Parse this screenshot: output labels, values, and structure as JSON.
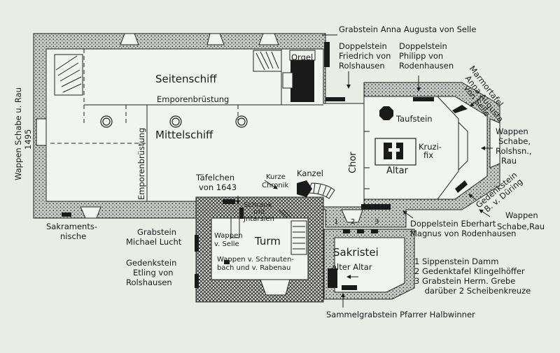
{
  "rooms": {
    "seitenschiff": "Seitenschiff",
    "mittelschiff": "Mittelschiff",
    "emporenbruestung_h": "Emporenbrüstung",
    "emporenbruestung_v": "Emporenbrüstung",
    "chor": "Chor",
    "turm": "Turm",
    "sakristei": "Sakristei",
    "orgel": "Orgel",
    "taufstein": "Taufstein",
    "altar": "Altar",
    "kruzifix_1": "Kruzi-",
    "kruzifix_2": "fix",
    "alter_altar": "alter Altar",
    "kanzel": "Kanzel"
  },
  "labels": {
    "wappen_schabe_rau_1495": [
      "Wappen Schabe u. Rau",
      "1495"
    ],
    "grabstein_anna": "Grabstein Anna Augusta von Selle",
    "doppelstein_friedrich": [
      "Doppelstein",
      "Friedrich von",
      "Rolshausen"
    ],
    "doppelstein_philipp": [
      "Doppelstein",
      "Philipp von",
      "Rodenhausen"
    ],
    "marmortafel": [
      "Marmortafel",
      "Anna Augusta",
      "von Selle"
    ],
    "wappen_schabe_rolshsn": [
      "Wappen",
      "Schabe,",
      "Rolshsn.,",
      "Rau"
    ],
    "gedenkstein_during": [
      "Gedenkstein",
      "B. v. Düring"
    ],
    "wappen_schabe_rau": [
      "Wappen",
      "Schabe,Rau"
    ],
    "doppelstein_eberhart": [
      "Doppelstein Eberhart",
      "Magnus von Rodenhausen"
    ],
    "taefelchen": [
      "Täfelchen",
      "von 1643"
    ],
    "kurze_chronik": [
      "Kurze",
      "Chronik"
    ],
    "schrank": [
      "Schrank",
      "mit",
      "Jntarsien"
    ],
    "wappen_v_selle": [
      "Wappen",
      "v. Selle"
    ],
    "wappen_schrautenbach": [
      "Wappen v. Schrauten-",
      "bach und v. Rabenau"
    ],
    "sakramentsnische": [
      "Sakraments-",
      "nische"
    ],
    "grabstein_michael": [
      "Grabstein",
      "Michael Lucht"
    ],
    "gedenkstein_etling": [
      "Gedenkstein",
      "Etling von",
      "Rolshausen"
    ],
    "sammelgrabstein": "Sammelgrabstein Pfarrer Halbwinner",
    "num1": "1",
    "num2": "2",
    "num3": "3"
  },
  "legend": [
    "1  Sippenstein Damm",
    "2  Gedenktafel Klingelhöffer",
    "3  Grabstein Herm. Grebe",
    "    darüber 2 Scheibenkreuze"
  ],
  "colors": {
    "wall": "#1a1a1a",
    "paper": "#e9ede6",
    "floor": "#f2f4f0"
  }
}
